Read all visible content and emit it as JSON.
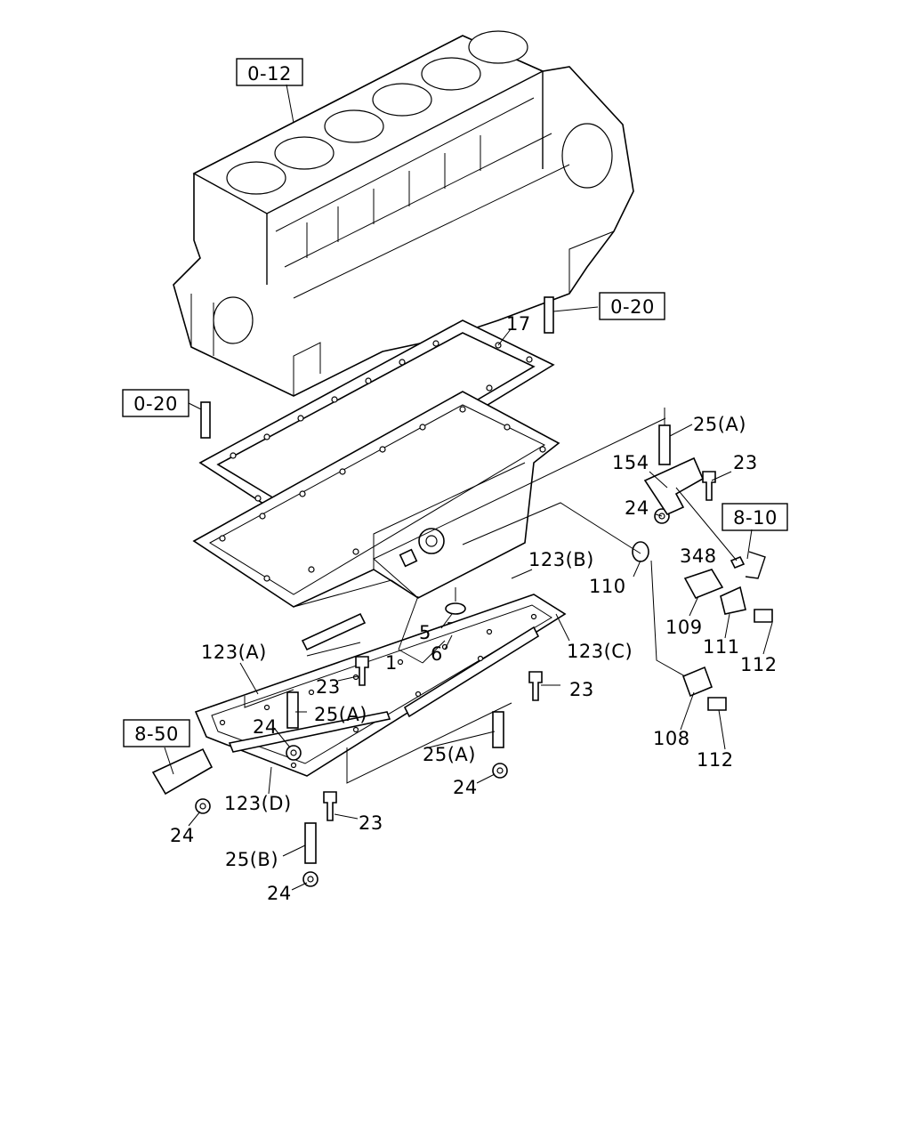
{
  "colors": {
    "ink": "#000000",
    "background": "#ffffff"
  },
  "references": [
    {
      "id": "ref-0-12",
      "text": "0-12"
    },
    {
      "id": "ref-0-20-right",
      "text": "0-20"
    },
    {
      "id": "ref-0-20-left",
      "text": "0-20"
    },
    {
      "id": "ref-8-10",
      "text": "8-10"
    },
    {
      "id": "ref-8-50",
      "text": "8-50"
    }
  ],
  "labels": [
    {
      "id": "lbl-17",
      "text": "17"
    },
    {
      "id": "lbl-25a-top",
      "text": "25(A)"
    },
    {
      "id": "lbl-154",
      "text": "154"
    },
    {
      "id": "lbl-23-top",
      "text": "23"
    },
    {
      "id": "lbl-24-top",
      "text": "24"
    },
    {
      "id": "lbl-348",
      "text": "348"
    },
    {
      "id": "lbl-110",
      "text": "110"
    },
    {
      "id": "lbl-109",
      "text": "109"
    },
    {
      "id": "lbl-111",
      "text": "111"
    },
    {
      "id": "lbl-112-top",
      "text": "112"
    },
    {
      "id": "lbl-108",
      "text": "108"
    },
    {
      "id": "lbl-112-bottom",
      "text": "112"
    },
    {
      "id": "lbl-123b",
      "text": "123(B)"
    },
    {
      "id": "lbl-5",
      "text": "5"
    },
    {
      "id": "lbl-6",
      "text": "6"
    },
    {
      "id": "lbl-1",
      "text": "1"
    },
    {
      "id": "lbl-123a",
      "text": "123(A)"
    },
    {
      "id": "lbl-123c",
      "text": "123(C)"
    },
    {
      "id": "lbl-23-mid",
      "text": "23"
    },
    {
      "id": "lbl-23-right",
      "text": "23"
    },
    {
      "id": "lbl-25a-mid",
      "text": "25(A)"
    },
    {
      "id": "lbl-24-mid",
      "text": "24"
    },
    {
      "id": "lbl-25a-low",
      "text": "25(A)"
    },
    {
      "id": "lbl-24-low",
      "text": "24"
    },
    {
      "id": "lbl-24-left",
      "text": "24"
    },
    {
      "id": "lbl-123d",
      "text": "123(D)"
    },
    {
      "id": "lbl-23-low",
      "text": "23"
    },
    {
      "id": "lbl-25b",
      "text": "25(B)"
    },
    {
      "id": "lbl-24-bottom",
      "text": "24"
    }
  ]
}
